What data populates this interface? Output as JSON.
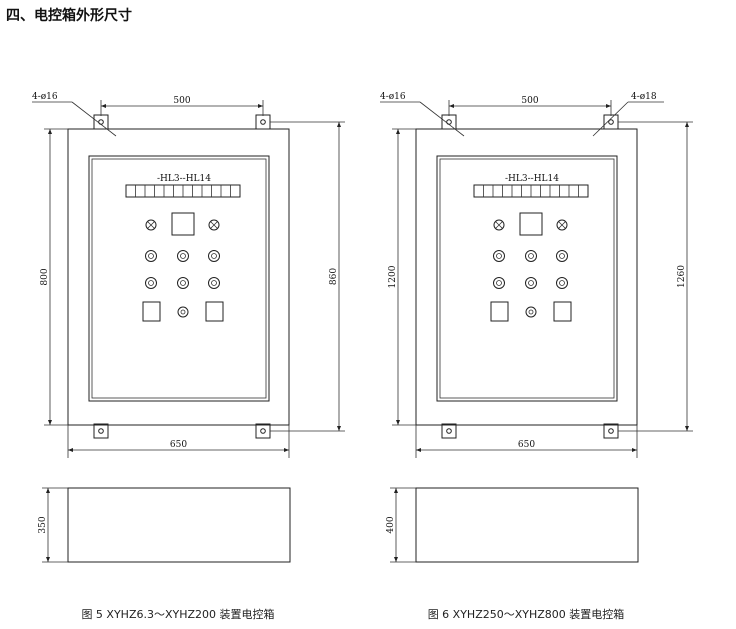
{
  "heading": "四、电控箱外形尺寸",
  "figures": [
    {
      "caption": "图 5  XYHZ6.3～XYHZ200 装置电控箱",
      "hole_left": "4-ø16",
      "hole_right": "",
      "panel_label": "-HL3--HL14",
      "dim_top": "500",
      "dim_bottom": "650",
      "dim_left": "800",
      "dim_right": "860",
      "dim_depth": "350"
    },
    {
      "caption": "图 6  XYHZ250～XYHZ800 装置电控箱",
      "hole_left": "4-ø16",
      "hole_right": "4-ø18",
      "panel_label": "-HL3--HL14",
      "dim_top": "500",
      "dim_bottom": "650",
      "dim_left": "1200",
      "dim_right": "1260",
      "dim_depth": "400"
    }
  ]
}
